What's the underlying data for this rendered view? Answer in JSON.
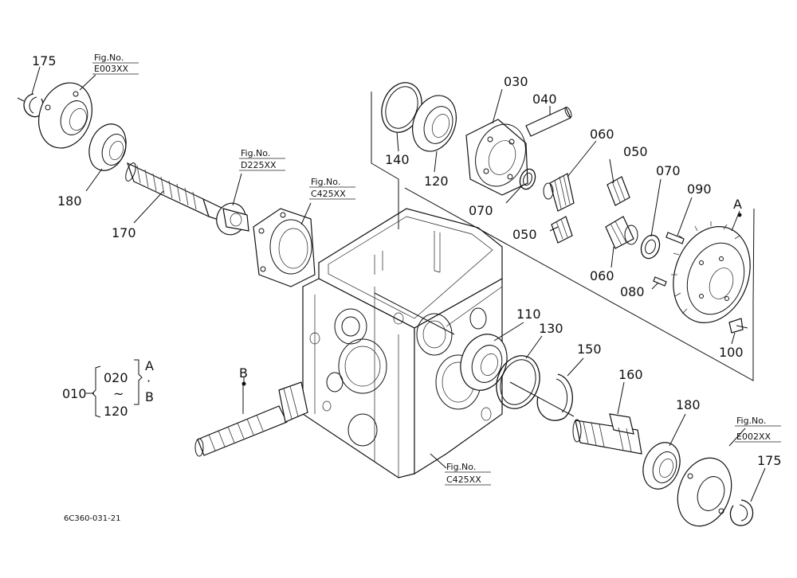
{
  "labels": {
    "p175_top": "175",
    "p180_left": "180",
    "p170": "170",
    "p140": "140",
    "p120": "120",
    "p030": "030",
    "p040": "040",
    "p060_top": "060",
    "p050_top": "050",
    "p070_left": "070",
    "p050_bottom": "050",
    "p070_right": "070",
    "p090": "090",
    "pA_top": "A",
    "p060_bottom": "060",
    "p080": "080",
    "p100": "100",
    "p110": "110",
    "p130": "130",
    "p150": "150",
    "p160": "160",
    "p180_right": "180",
    "p175_bottom": "175",
    "pB": "B"
  },
  "fig_refs": {
    "e003_title": "Fig.No.",
    "e003_code": "E003XX",
    "d225_title": "Fig.No.",
    "d225_code": "D225XX",
    "c425a_title": "Fig.No.",
    "c425a_code": "C425XX",
    "c425b_title": "Fig.No.",
    "c425b_code": "C425XX",
    "e002_title": "Fig.No.",
    "e002_code": "E002XX"
  },
  "assembly_key": {
    "main": "010",
    "from": "020",
    "tilde": "~",
    "to": "120",
    "ref_a": "A",
    "dot": "·",
    "ref_b": "B"
  },
  "drawing_code": "6C360-031-21"
}
